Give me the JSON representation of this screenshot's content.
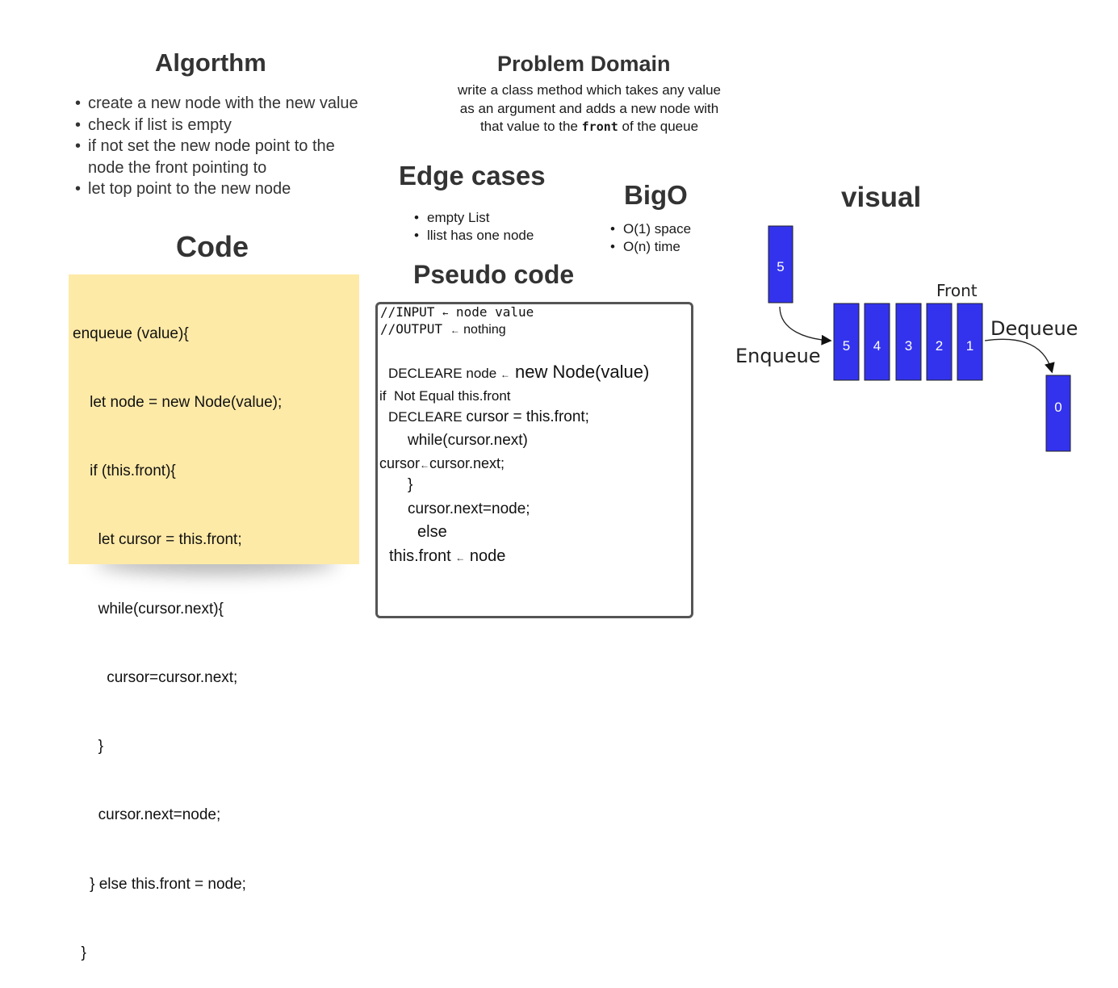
{
  "algorithm": {
    "title": "Algorthm",
    "items": [
      "create a new node with the new value",
      "check if list is empty",
      "if not set the new node point to the node the front pointing to",
      "let top point to the new node"
    ]
  },
  "problem_domain": {
    "title": "Problem Domain",
    "line1": "write a  class method which takes any value",
    "line2": "as an argument and adds a new node with",
    "line3_pre": "that value to the ",
    "line3_code": "front",
    "line3_post": "  of the queue"
  },
  "edge_cases": {
    "title": "Edge cases",
    "items": [
      "empty List",
      "llist has one node"
    ]
  },
  "bigo": {
    "title": "BigO",
    "items": [
      "O(1) space",
      "O(n) time"
    ]
  },
  "visual": {
    "title": "visual",
    "front_label": "Front",
    "enqueue_label": "Enqueue",
    "dequeue_label": "Dequeue",
    "incoming_value": "5",
    "queue_values": [
      "5",
      "4",
      "3",
      "2",
      "1"
    ],
    "dequeued_value": "0",
    "box_color": "#3333ee"
  },
  "code": {
    "title": "Code",
    "lines": [
      "enqueue (value){",
      "    let node = new Node(value);",
      "    if (this.front){",
      "      let cursor = this.front;",
      "      while(cursor.next){",
      "        cursor=cursor.next;",
      "      }",
      "      cursor.next=node;",
      "    } else this.front = node;",
      "  }"
    ],
    "note_color": "#feeaa7"
  },
  "pseudo": {
    "title": "Pseudo code",
    "input_pre": "//INPUT ",
    "input_post": " node value",
    "output_pre": "//OUTPUT ",
    "output_post": " nothing",
    "declare_pre": "DECLEARE node ",
    "declare_post": " new Node(value)",
    "if_line": "if  Not Equal this.front",
    "declare_cursor_pre": "DECLEARE ",
    "declare_cursor_post": "cursor = this.front;",
    "while_line": "while(cursor.next)",
    "cursor_pre": "cursor",
    "cursor_post": "cursor.next;",
    "brace": "}",
    "next_line": "cursor.next=node;",
    "else_line": "else",
    "front_pre": "this.front ",
    "front_post": " node",
    "arrow": "←"
  }
}
